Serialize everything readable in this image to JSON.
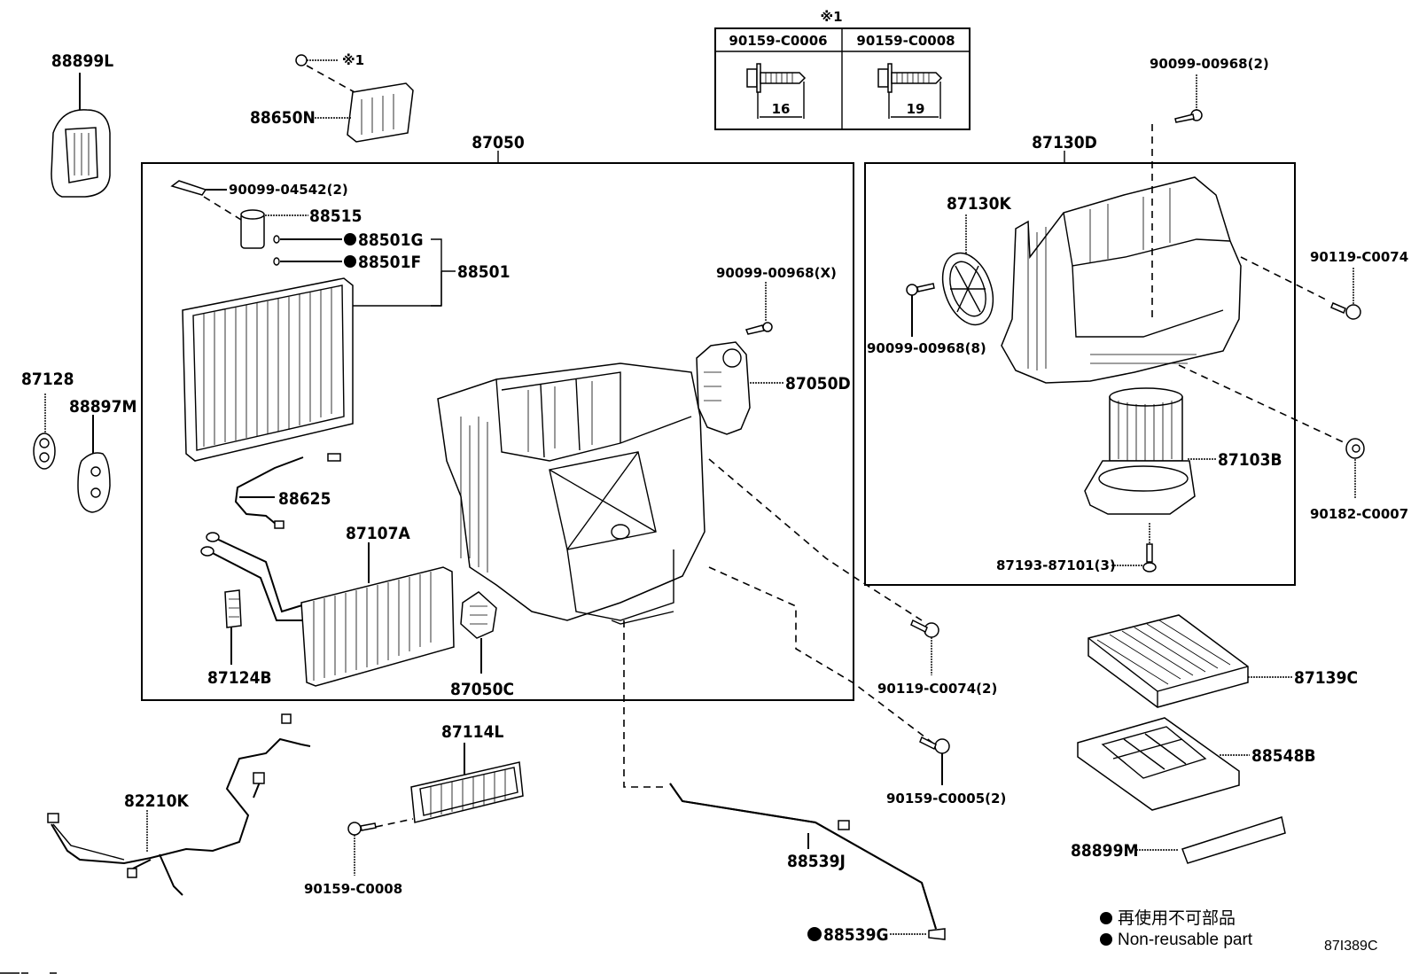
{
  "diagram": {
    "title_code": "87I389C",
    "note_mark": "※1",
    "screw_table": {
      "mark": "※1",
      "columns": [
        {
          "part": "90159-C0006",
          "length": "16"
        },
        {
          "part": "90159-C0008",
          "length": "19"
        }
      ]
    },
    "assemblies": {
      "main_unit": "87050",
      "blower_unit": "87130D"
    },
    "labels": {
      "p88899L": "88899L",
      "p88650N": "88650N",
      "note1": "※1",
      "p87050": "87050",
      "p90099_04542": "90099-04542(2)",
      "p88515": "88515",
      "p88501G": "88501G",
      "p88501F": "88501F",
      "p88501": "88501",
      "p90099_00968X": "90099-00968(X)",
      "p87050D": "87050D",
      "p87128": "87128",
      "p88897M": "88897M",
      "p88625": "88625",
      "p87107A": "87107A",
      "p87124B": "87124B",
      "p87050C": "87050C",
      "p90099_00968_2": "90099-00968(2)",
      "p87130D": "87130D",
      "p87130K": "87130K",
      "p90119_C0074": "90119-C0074",
      "p90099_00968_8": "90099-00968(8)",
      "p87103B": "87103B",
      "p90182_C0007": "90182-C0007",
      "p87193_87101": "87193-87101(3)",
      "p90119_C0074_2": "90119-C0074(2)",
      "p87139C": "87139C",
      "p88548B": "88548B",
      "p90159_C0005": "90159-C0005(2)",
      "p88899M": "88899M",
      "p87114L": "87114L",
      "p82210K": "82210K",
      "p90159_C0008": "90159-C0008",
      "p88539J": "88539J",
      "p88539G": "88539G"
    },
    "non_reusable_marked": [
      "88501G",
      "88501F",
      "88539G"
    ],
    "legend": {
      "items": [
        {
          "symbol": "●",
          "text": "再使用不可部品"
        },
        {
          "symbol": "●",
          "text": "Non-reusable part"
        }
      ]
    }
  }
}
